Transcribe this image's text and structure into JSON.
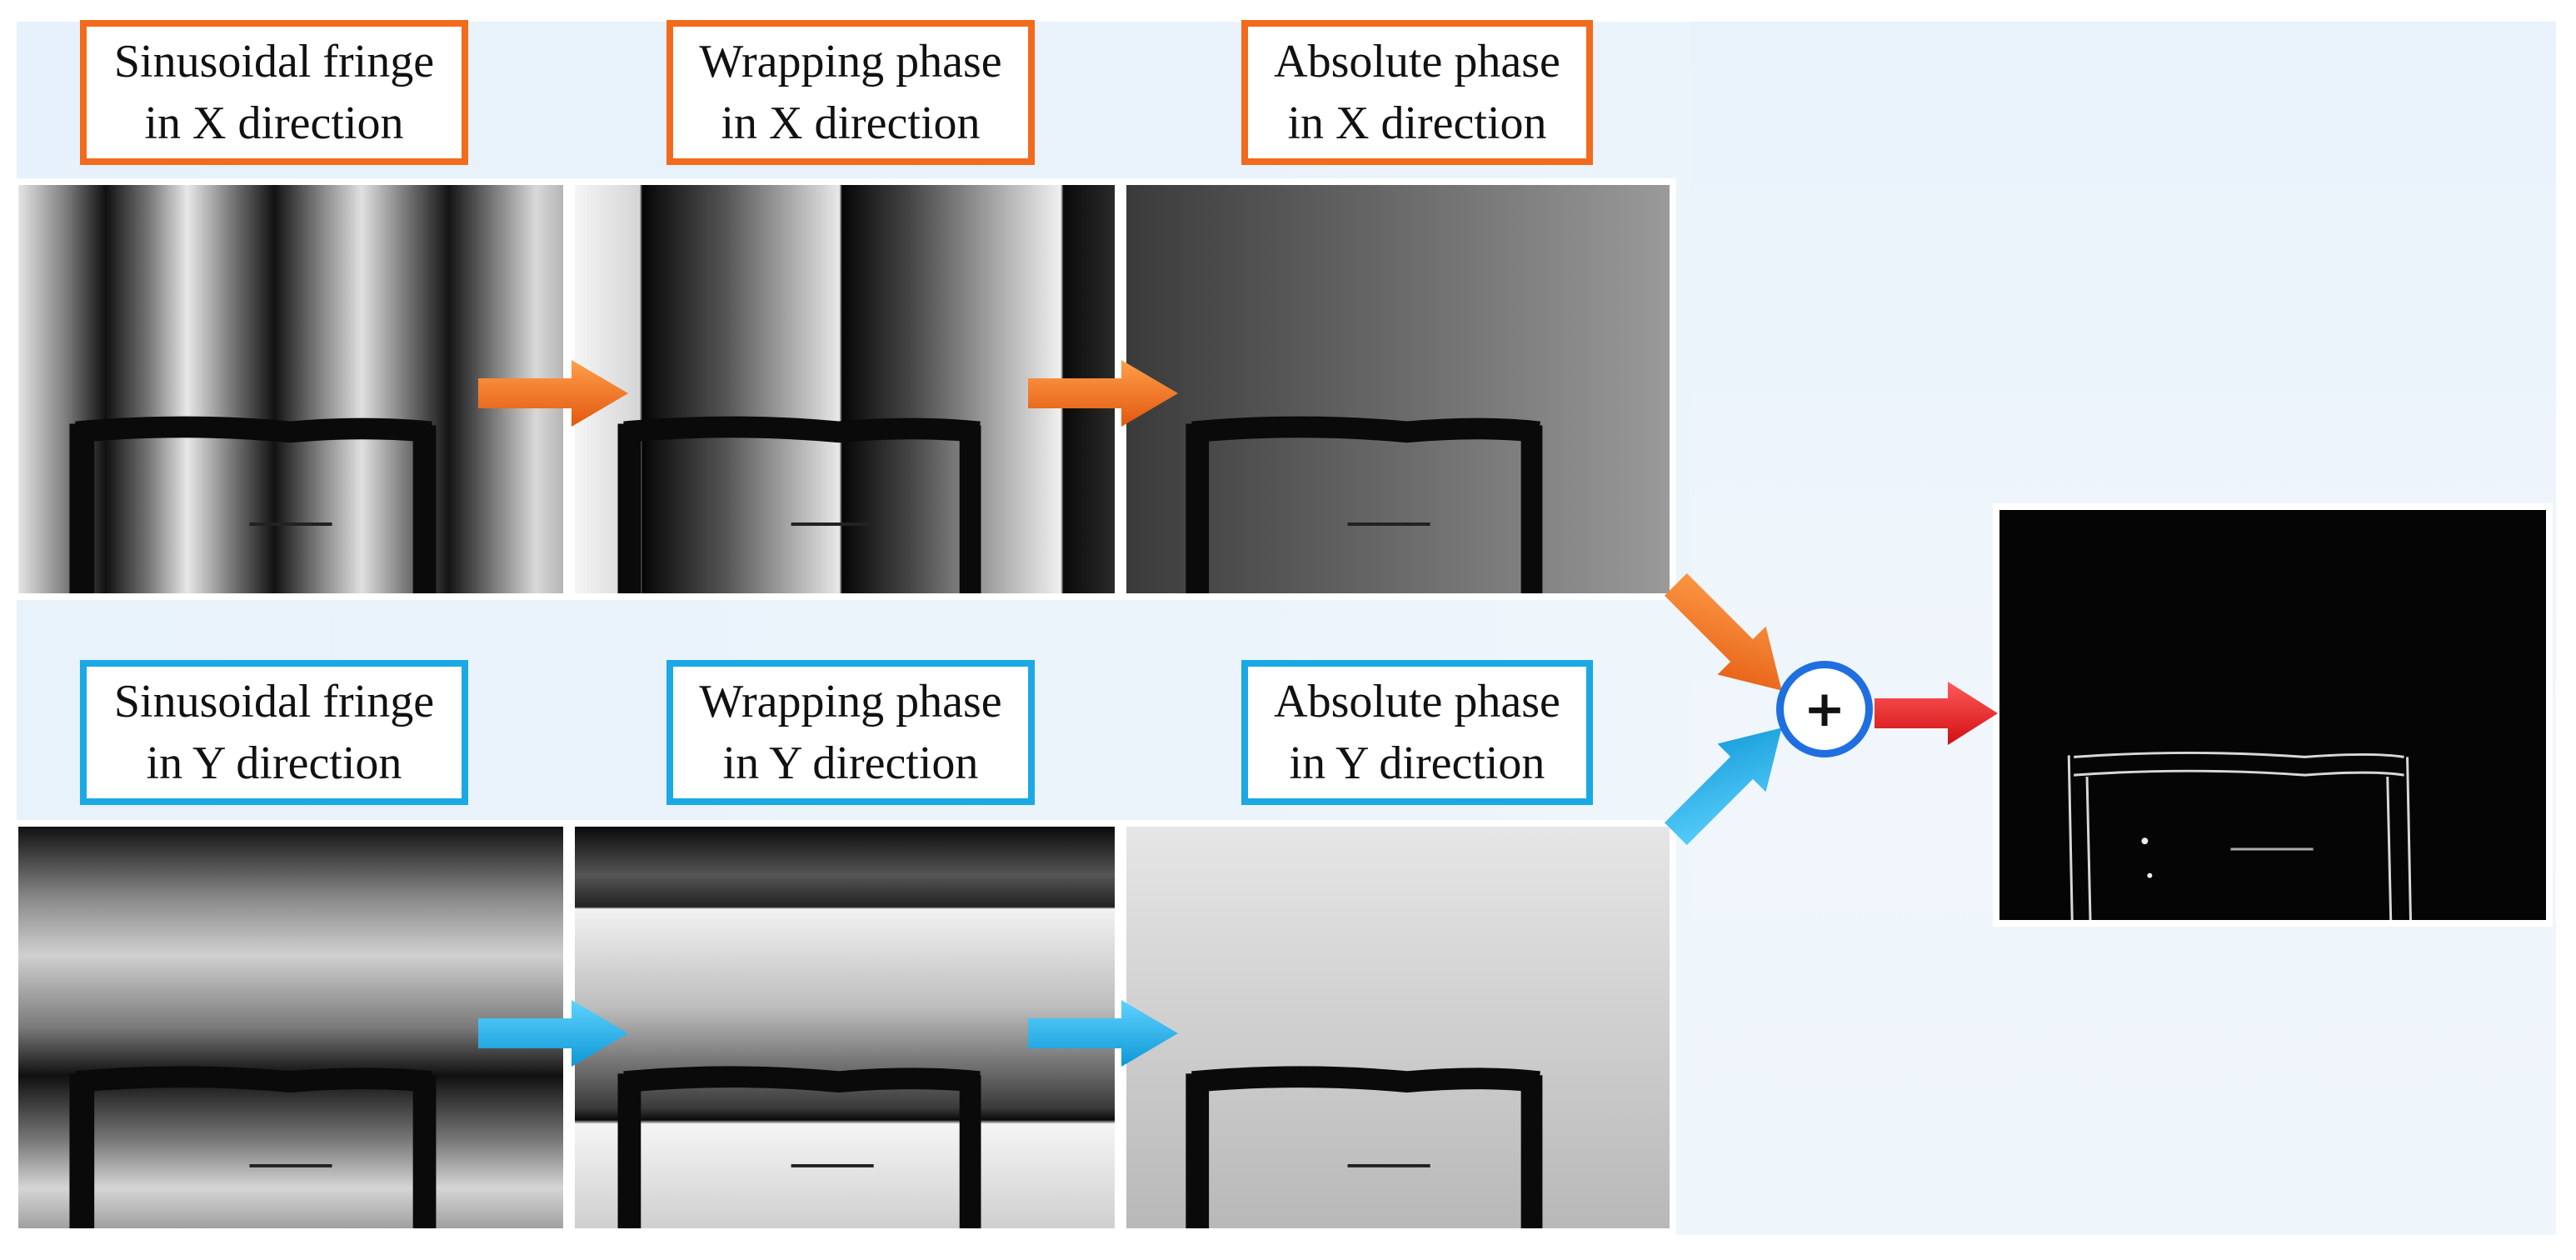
{
  "row_x": {
    "labels": [
      {
        "line1": "Sinusoidal fringe",
        "line2": "in X direction"
      },
      {
        "line1": "Wrapping phase",
        "line2": "in X direction"
      },
      {
        "line1": "Absolute phase",
        "line2": "in X direction"
      }
    ]
  },
  "row_y": {
    "labels": [
      {
        "line1": "Sinusoidal fringe",
        "line2": "in Y direction"
      },
      {
        "line1": "Wrapping phase",
        "line2": "in Y direction"
      },
      {
        "line1": "Absolute phase",
        "line2": "in Y direction"
      }
    ]
  },
  "combine": {
    "symbol": "+"
  },
  "colors": {
    "x_accent": "#f26b1d",
    "y_accent": "#1aa9e4",
    "combine_circle": "#1f6fe0",
    "output_arrow": "#e4161b"
  },
  "icons": {
    "x_arrows": "orange-right-arrow",
    "y_arrows": "cyan-right-arrow",
    "merge": "plus-circle",
    "output": "red-right-arrow"
  }
}
